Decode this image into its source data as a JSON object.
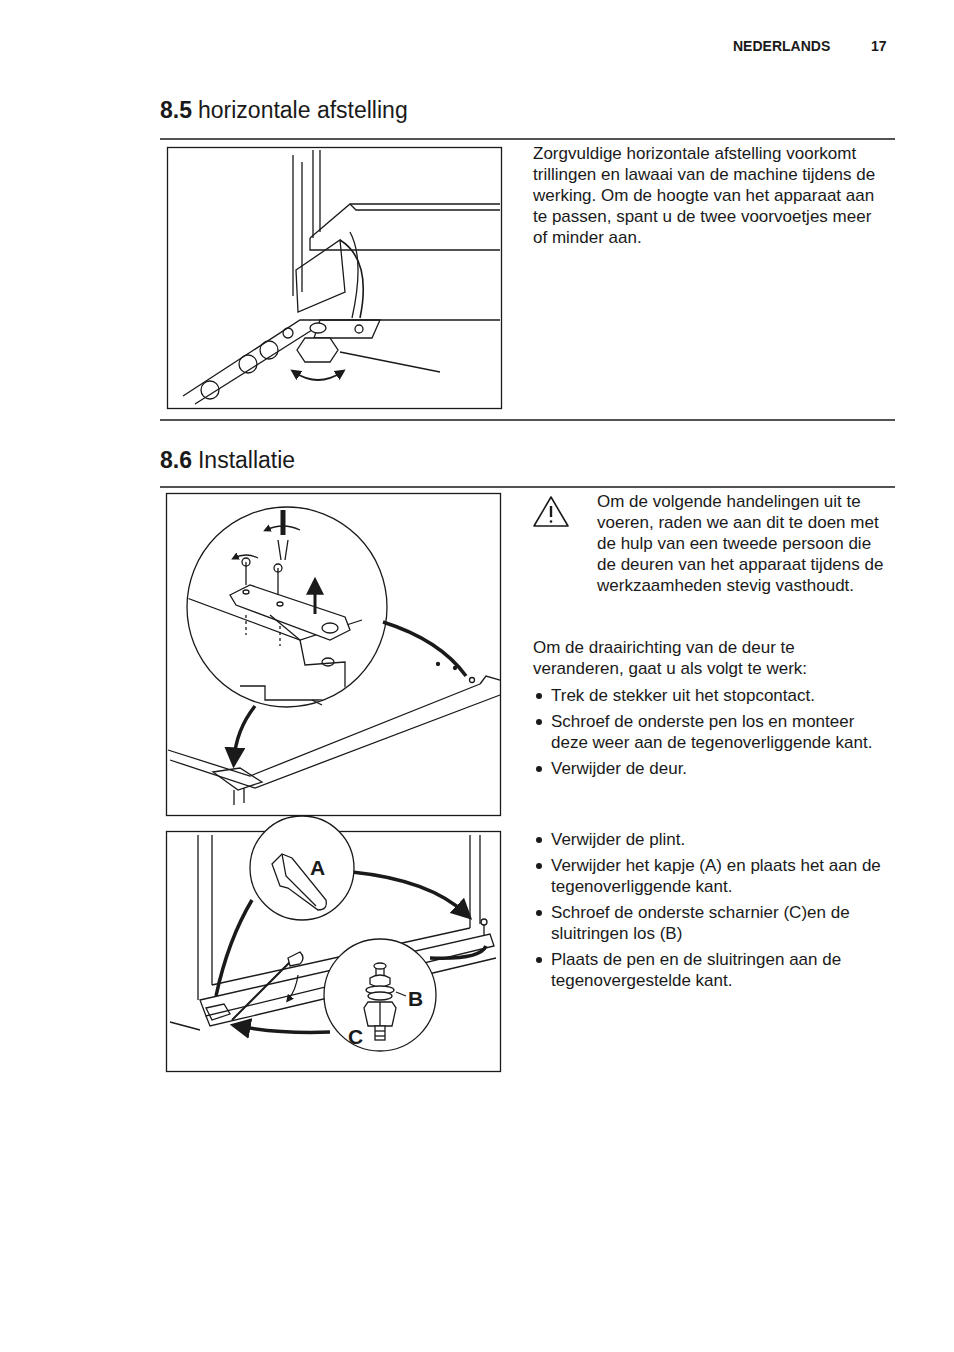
{
  "diagram": {
    "labels": [
      "NEDERLANDS",
      "17",
      "8.5",
      "horizontale afstelling",
      "Zorgvuldige horizontale afstelling voorkomt trillingen en lawaai van de machine tijdens de werking. Om de hoogte van het apparaat aan te passen, spant u de twee voorvoetjes meer of minder aan.",
      "8.6",
      "Installatie",
      "Om de volgende handelingen uit te voeren, raden we aan dit te doen met de hulp van een tweede persoon die de deuren van het apparaat tijdens de werkzaamheden stevig vasthoudt.",
      "Om de draairichting van de deur te veranderen, gaat u als volgt te werk:",
      "Trek de stekker uit het stopcontact.",
      "Schroef de onderste pen los en monteer deze weer aan de tegenoverliggende kant.",
      "Verwijder de deur.",
      "Verwijder de plint.",
      "Verwijder het kapje (A) en plaats het aan de tegenoverliggende kant.",
      "Schroef de onderste scharnier (C)en de sluitringen los (B)",
      "Plaats de pen en de sluitringen aan de tegenovergestelde kant.",
      "A",
      "B",
      "C"
    ]
  }
}
